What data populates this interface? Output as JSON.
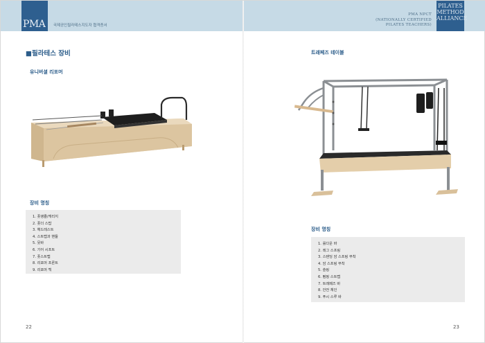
{
  "header": {
    "left_logo": "PMA",
    "left_text": "국제공인필라테스지도자 협격증서",
    "right_text": [
      "PMA NPCT",
      "(NATIONALLY CERTIFIED",
      "PILATES TEACHERS)"
    ],
    "right_logo": [
      "PILATES",
      "METHOD",
      "ALLIANCE"
    ]
  },
  "left_page": {
    "title": "■필라테스 장비",
    "subtitle": "유니버셜 리포머",
    "list_title": "장비 명칭",
    "items": [
      "1. 풋앵쥴/캐리지",
      "2. 풋더 스탑",
      "3. 헤드레스트",
      "4. 스트랩과 핸들",
      "5. 뭇바",
      "6. 기어 시프트",
      "7. 풋스트랩",
      "8. 리포머 프론트",
      "9. 리포머 백"
    ],
    "page_number": "22"
  },
  "right_page": {
    "subtitle": "트래페즈 테이블",
    "list_title": "장비 명칭",
    "items": [
      "1. 롤다운 바",
      "2. 레그 스프링",
      "3. 스탠딩 암 스프링 부착",
      "4. 암 스프링 부착",
      "5. 슬링",
      "6. 펌핑 스트랩",
      "7. 트래페즈 바",
      "8. 안전 체인",
      "9. 푸시 스루 바"
    ],
    "page_number": "23"
  }
}
